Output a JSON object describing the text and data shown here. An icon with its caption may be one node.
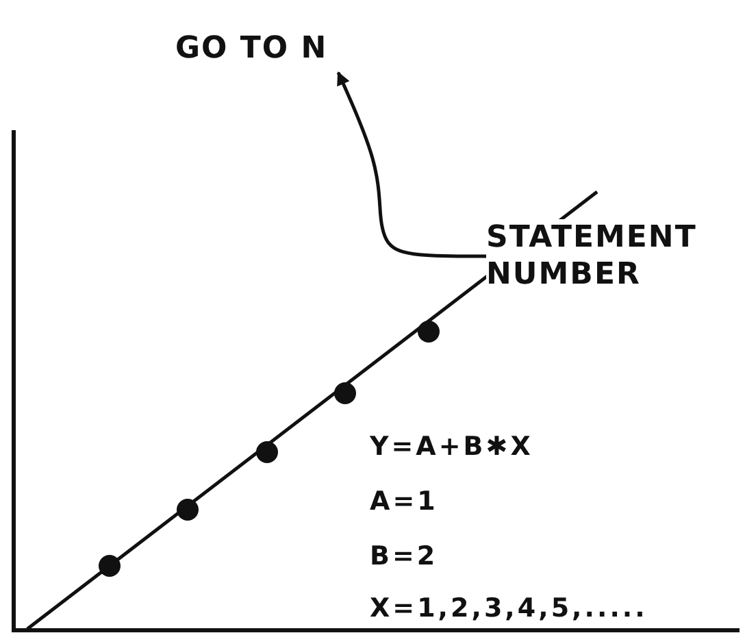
{
  "diagram": {
    "nodes": [
      {
        "text": [
          "GO TO N"
        ]
      },
      {
        "text": [
          "STATEMENT NUMBER"
        ]
      }
    ],
    "edges": [
      {
        "from": 1,
        "to": 0,
        "arrow": "to"
      }
    ],
    "labels": [
      "Y=A+B✱X",
      "A=1",
      "B=2",
      "X=1,2,3,4,5,....."
    ]
  }
}
